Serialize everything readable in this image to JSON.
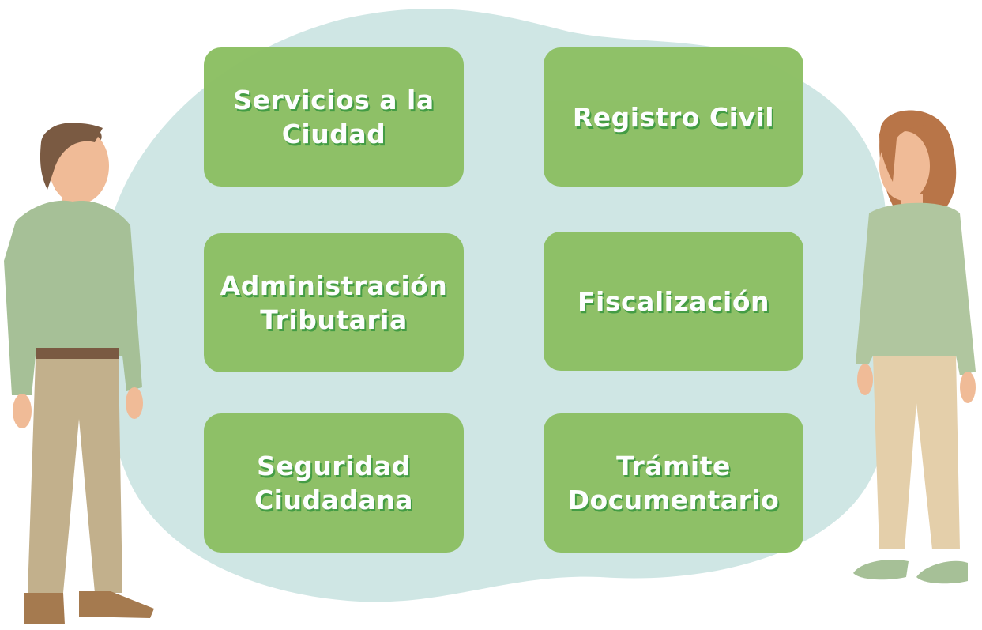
{
  "services": [
    {
      "label": "Servicios a la\nCiudad"
    },
    {
      "label": "Registro Civil"
    },
    {
      "label": "Administración\nTributaria"
    },
    {
      "label": "Fiscalización"
    },
    {
      "label": "Seguridad\nCiudadana"
    },
    {
      "label": "Trámite\nDocumentario"
    }
  ],
  "colors": {
    "card": "#8cbf63",
    "text_shadow": "#3f9a3f",
    "blob": "#cfe6e4"
  }
}
